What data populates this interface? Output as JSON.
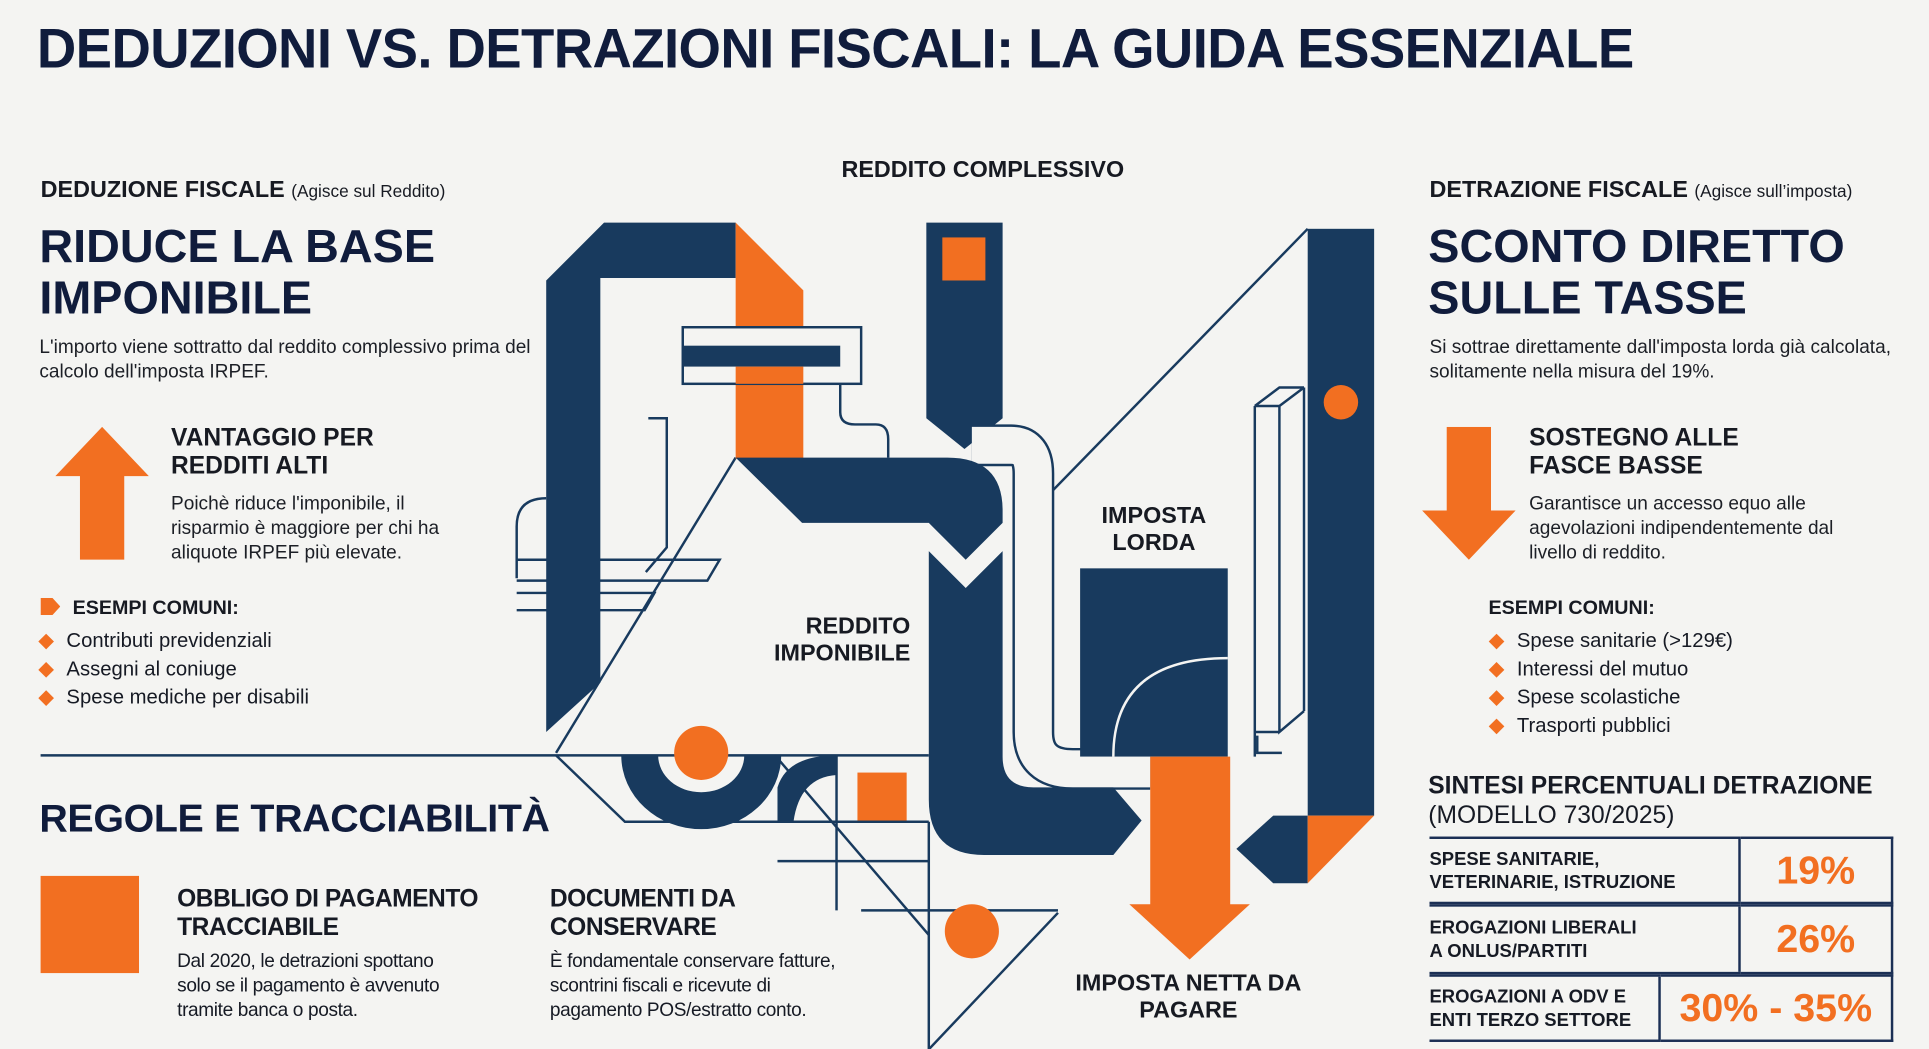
{
  "title": "DEDUZIONI VS. DETRAZIONI FISCALI: LA GUIDA ESSENZIALE",
  "colors": {
    "navy": "#183a5e",
    "orange": "#f26f21",
    "background": "#f4f4f2",
    "text": "#101c3c"
  },
  "left": {
    "kicker": "DEDUZIONE FISCALE",
    "kicker_note": "(Agisce sul Reddito)",
    "headline_1": "RIDUCE LA BASE",
    "headline_2": "IMPONIBILE",
    "description": "L'importo viene sottratto dal reddito complessivo prima del calcolo dell'imposta IRPEF.",
    "benefit_icon": "arrow-up-icon",
    "benefit_title_1": "VANTAGGIO PER",
    "benefit_title_2": "REDDITI ALTI",
    "benefit_text": "Poichè riduce l'imponibile, il risparmio è maggiore per chi ha aliquote IRPEF più elevate.",
    "examples_title": "ESEMPI COMUNI:",
    "examples": [
      "Contributi previdenziali",
      "Assegni al coniuge",
      "Spese mediche per disabili"
    ]
  },
  "right": {
    "kicker": "DETRAZIONE FISCALE",
    "kicker_note": "(Agisce sull’imposta)",
    "headline_1": "SCONTO DIRETTO",
    "headline_2": "SULLE TASSE",
    "description": "Si sottrae direttamente dall'imposta lorda già calcolata, solitamente nella misura del 19%.",
    "benefit_icon": "arrow-down-icon",
    "benefit_title_1": "SOSTEGNO ALLE",
    "benefit_title_2": "FASCE BASSE",
    "benefit_text": "Garantisce un accesso equo alle agevolazioni indipendentemente dal livello di reddito.",
    "examples_title": "ESEMPI COMUNI:",
    "examples": [
      "Spese sanitarie (>129€)",
      "Interessi del mutuo",
      "Spese scolastiche",
      "Trasporti pubblici"
    ]
  },
  "diagram": {
    "reddito_complessivo": "REDDITO COMPLESSIVO",
    "reddito_imponibile": "REDDITO IMPONIBILE",
    "imposta_lorda": "IMPOSTA LORDA",
    "imposta_netta": "IMPOSTA NETTA DA PAGARE"
  },
  "rules": {
    "title": "REGOLE E TRACCIABILITÀ",
    "items": [
      {
        "title_1": "OBBLIGO DI PAGAMENTO",
        "title_2": "TRACCIABILE",
        "lines": [
          "Dal 2020, le detrazioni spottano",
          "solo se il pagamento è avvenuto",
          "tramite banca o posta."
        ]
      },
      {
        "title_1": "DOCUMENTI DA",
        "title_2": "CONSERVARE",
        "lines": [
          "È fondamentale conservare fatture,",
          "scontrini fiscali e ricevute di",
          "pagamento POS/estratto conto."
        ]
      }
    ]
  },
  "summary": {
    "title": "SINTESI PERCENTUALI DETRAZIONE",
    "subtitle": "(MODELLO 730/2025)",
    "rows": [
      {
        "label_1": "SPESE SANITARIE,",
        "label_2": "VETERINARIE, ISTRUZIONE",
        "value": "19%"
      },
      {
        "label_1": "EROGAZIONI LIBERALI",
        "label_2": "A ONLUS/PARTITI",
        "value": "26%"
      },
      {
        "label_1": "EROGAZIONI A ODV E",
        "label_2": "ENTI TERZO SETTORE",
        "value": "30% - 35%"
      }
    ]
  }
}
